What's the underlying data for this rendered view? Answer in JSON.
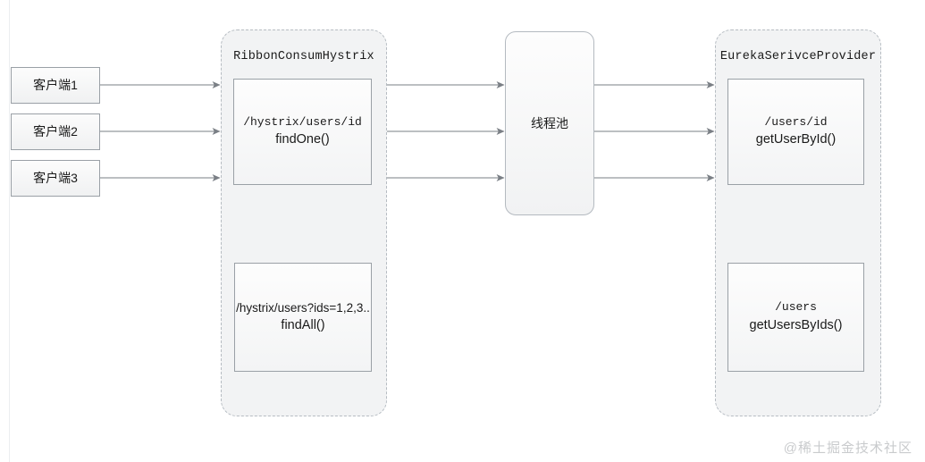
{
  "diagram": {
    "background": "#ffffff",
    "edge_color": "#808080",
    "clients": [
      {
        "label": "客户端1"
      },
      {
        "label": "客户端2"
      },
      {
        "label": "客户端3"
      }
    ],
    "consumer_service": {
      "title": "RibbonConsumHystrix",
      "endpoints": [
        {
          "path": "/hystrix/users/id",
          "method": "findOne()",
          "path_font": "mono"
        },
        {
          "path": "/hystrix/users?ids=1,2,3..",
          "method": "findAll()",
          "path_font": "sans"
        }
      ]
    },
    "thread_pool": {
      "label": "线程池"
    },
    "provider_service": {
      "title": "EurekaSerivceProvider",
      "endpoints": [
        {
          "path": "/users/id",
          "method": "getUserById()",
          "path_font": "mono"
        },
        {
          "path": "/users",
          "method": "getUsersByIds()",
          "path_font": "mono"
        }
      ]
    },
    "watermark": "@稀土掘金技术社区"
  }
}
